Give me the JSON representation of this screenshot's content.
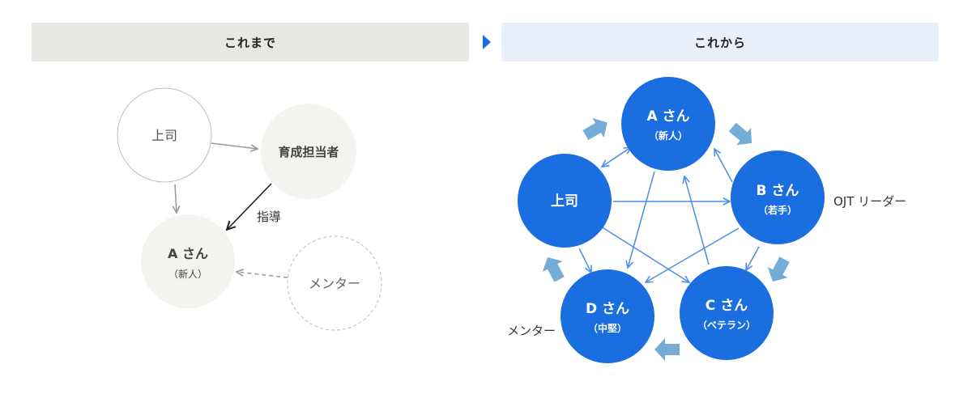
{
  "headers": {
    "before": "これまで",
    "after": "これから"
  },
  "before": {
    "boss": "上司",
    "trainer": "育成担当者",
    "newcomer_name": "A さん",
    "newcomer_role": "（新人）",
    "mentor": "メンター",
    "instruction_label": "指導"
  },
  "after": {
    "boss": "上司",
    "a_name": "A さん",
    "a_role": "（新人）",
    "b_name": "B さん",
    "b_role": "（若手）",
    "c_name": "C さん",
    "c_role": "（ベテラン）",
    "d_name": "D さん",
    "d_role": "（中堅）",
    "ojt_leader": "OJT リーダー",
    "mentor": "メンター"
  },
  "colors": {
    "node_blue": "#1a6ee0",
    "arrow_blue": "#4a8ee6",
    "flow_arrow": "#74acd6",
    "neutral_fill": "#f4f3ef"
  }
}
